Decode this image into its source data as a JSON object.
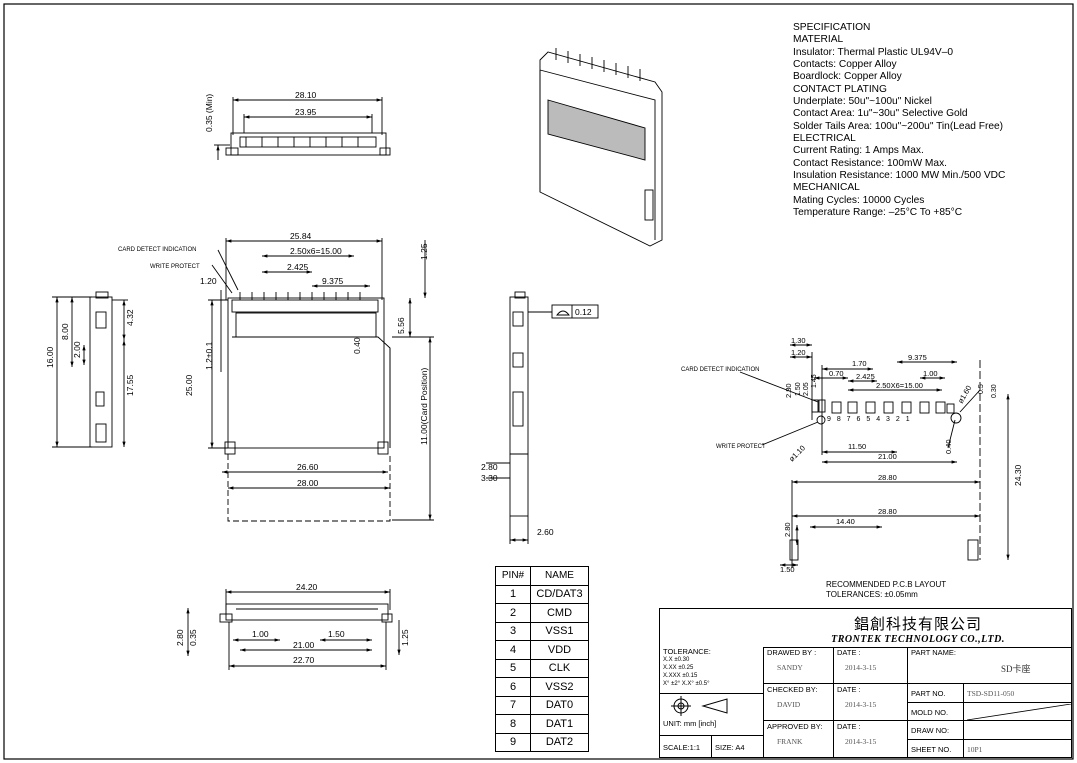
{
  "spec": {
    "lines": [
      "SPECIFICATION",
      "MATERIAL",
      "Insulator: Thermal Plastic UL94V–0",
      "Contacts: Copper Alloy",
      "Boardlock: Copper Alloy",
      "CONTACT PLATING",
      "Underplate: 50u\"~100u\" Nickel",
      "Contact Area: 1u\"~30u\" Selective Gold",
      "Solder Tails Area: 100u\"~200u\" Tin(Lead Free)",
      "ELECTRICAL",
      "Current Rating: 1 Amps Max.",
      "Contact Resistance: 100mW Max.",
      "Insulation Resistance: 1000 MW Min./500 VDC",
      "MECHANICAL",
      "Mating Cycles: 10000 Cycles",
      "Temperature Range: –25°C To +85°C"
    ]
  },
  "dims": {
    "top_28_10": "28.10",
    "top_23_95": "23.95",
    "top_0_35": "0.35 (Min)",
    "main_25_84": "25.84",
    "main_pitch": "2.50x6=15.00",
    "main_2_425": "2.425",
    "main_9_375": "9.375",
    "main_1_20": "1.20",
    "main_1_25": "1.25",
    "main_5_56": "5.56",
    "main_0_40": "0.40",
    "main_25_00": "25.00",
    "main_1_2": "1.2±0.1",
    "main_11_00": "11.00(Card Position)",
    "main_26_60": "26.60",
    "main_28_00": "28.00",
    "card_detect": "CARD DETECT INDICATION",
    "write_protect": "WRITE PROTECT",
    "left_16_00": "16.00",
    "left_8_00": "8.00",
    "left_2_00": "2.00",
    "left_4_32": "4.32",
    "left_17_55": "17.55",
    "side_0_12": "0.12",
    "side_2_80": "2.80",
    "side_3_30": "3.30",
    "side_2_60": "2.60",
    "bottom_24_20": "24.20",
    "bottom_1_00": "1.00",
    "bottom_1_50": "1.50",
    "bottom_21_00": "21.00",
    "bottom_22_70": "22.70",
    "bottom_2_80": "2.80",
    "bottom_0_35": "0.35",
    "bottom_1_25": "1.25",
    "pcb_1_30": "1.30",
    "pcb_1_20": "1.20",
    "pcb_1_70": "1.70",
    "pcb_9_375": "9.375",
    "pcb_0_70": "0.70",
    "pcb_2_425": "2.425",
    "pcb_1_00": "1.00",
    "pcb_2_80": "2.80",
    "pcb_1_50a": "1.50",
    "pcb_2_05": "2.05",
    "pcb_1_45": "1.45",
    "pcb_pitch": "2.50X6=15.00",
    "pcb_phi160": "ø1.60",
    "pcb_0_5": "0.5",
    "pcb_0_30": "0.30",
    "pcb_phi110": "ø1.10",
    "pcb_11_50": "11.50",
    "pcb_21_00": "21.00",
    "pcb_0_40": "0.40",
    "pcb_28_80a": "28.80",
    "pcb_24_30": "24.30",
    "pcb_28_80b": "28.80",
    "pcb_14_40": "14.40",
    "pcb_2_80b": "2.80",
    "pcb_1_50b": "1.50",
    "pcb_nums": "9 8 7 6 5 4 3 2 1",
    "pcb_title": "RECOMMENDED P.C.B LAYOUT",
    "pcb_tol": "TOLERANCES: ±0.05mm"
  },
  "pins": {
    "header_pin": "PIN#",
    "header_name": "NAME",
    "rows": [
      {
        "no": "1",
        "name": "CD/DAT3"
      },
      {
        "no": "2",
        "name": "CMD"
      },
      {
        "no": "3",
        "name": "VSS1"
      },
      {
        "no": "4",
        "name": "VDD"
      },
      {
        "no": "5",
        "name": "CLK"
      },
      {
        "no": "6",
        "name": "VSS2"
      },
      {
        "no": "7",
        "name": "DAT0"
      },
      {
        "no": "8",
        "name": "DAT1"
      },
      {
        "no": "9",
        "name": "DAT2"
      }
    ]
  },
  "title_block": {
    "company_cn": "錩創科技有限公司",
    "company_en": "TRONTEK TECHNOLOGY CO.,LTD.",
    "tolerance_label": "TOLERANCE:",
    "tol_1": "X.X  ±0.30",
    "tol_2": "X.XX  ±0.25",
    "tol_3": "X.XXX ±0.15",
    "tol_4": "X° ±2°    X.X° ±0.5°",
    "unit": "UNIT: mm [inch]",
    "scale": "SCALE:1:1",
    "size": "SIZE: A4",
    "drawn_by_label": "DRAWED BY :",
    "drawn_by": "SANDY",
    "checked_by_label": "CHECKED BY:",
    "checked_by": "DAVID",
    "approved_by_label": "APPROVED BY:",
    "approved_by": "FRANK",
    "date_label": "DATE :",
    "date_1": "2014-3-15",
    "date_2": "2014-3-15",
    "date_3": "2014-3-15",
    "part_name_label": "PART NAME:",
    "part_name": "SD卡座",
    "part_no_label": "PART NO.",
    "part_no": "TSD-SD11-050",
    "mold_no_label": "MOLD NO.",
    "draw_no_label": "DRAW NO:",
    "sheet_no_label": "SHEET NO.",
    "sheet_no": "10P1"
  }
}
